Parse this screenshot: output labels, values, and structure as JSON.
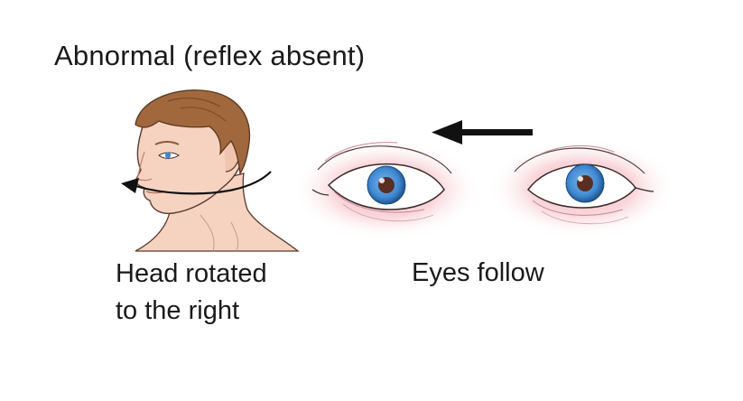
{
  "title": "Abnormal (reflex absent)",
  "head_caption": {
    "line1": "Head rotated",
    "line2": "to the right"
  },
  "eyes_caption": "Eyes follow",
  "icons": {
    "head": "head-profile-illustration",
    "rotation_arrow": "curved-arrow-left",
    "gaze_arrow": "arrow-left",
    "eyes": "eye-pair-illustration"
  },
  "colors": {
    "skin": "#f6d3c1",
    "hair": "#a0683c",
    "iris": "#3f89d2",
    "eyelid_shadow": "#efb8c0",
    "outline": "#3a2a25",
    "arrow": "#111111"
  }
}
